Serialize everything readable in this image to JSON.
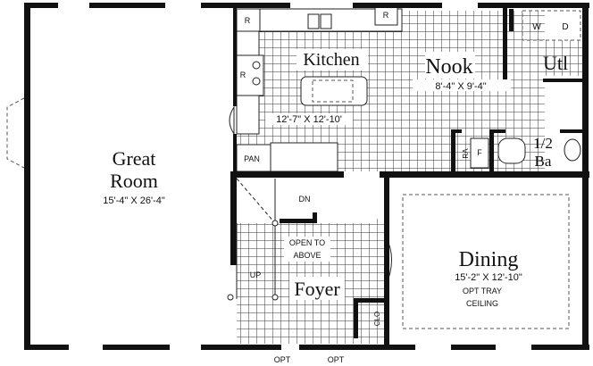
{
  "rooms": {
    "great_room": {
      "name_line1": "Great",
      "name_line2": "Room",
      "size": "15'-4\" X 26'-4\""
    },
    "kitchen": {
      "name": "Kitchen",
      "size": "12'-7\" X 12'-10'"
    },
    "nook": {
      "name": "Nook",
      "size": "8'-4\" X 9'-4\""
    },
    "utility": {
      "name": "Utl",
      "washer": "W",
      "dryer": "D"
    },
    "half_bath": {
      "name_line1": "1/2",
      "name_line2": "Ba"
    },
    "dining": {
      "name": "Dining",
      "size": "15'-2\" X 12'-10\"",
      "note_line1": "OPT TRAY",
      "note_line2": "CEILING"
    },
    "foyer": {
      "name": "Foyer",
      "open_line1": "OPEN TO",
      "open_line2": "ABOVE",
      "closet": "CLO"
    }
  },
  "fixtures": {
    "refrigerator": "R",
    "pantry": "PAN",
    "return_air": "RA",
    "furnace": "F",
    "stairs_down": "DN",
    "stairs_up": "UP"
  },
  "options": [
    "OPT",
    "OPT"
  ],
  "colors": {
    "wall": "#111111",
    "floor_grid": "#333333",
    "background": "#ffffff"
  }
}
